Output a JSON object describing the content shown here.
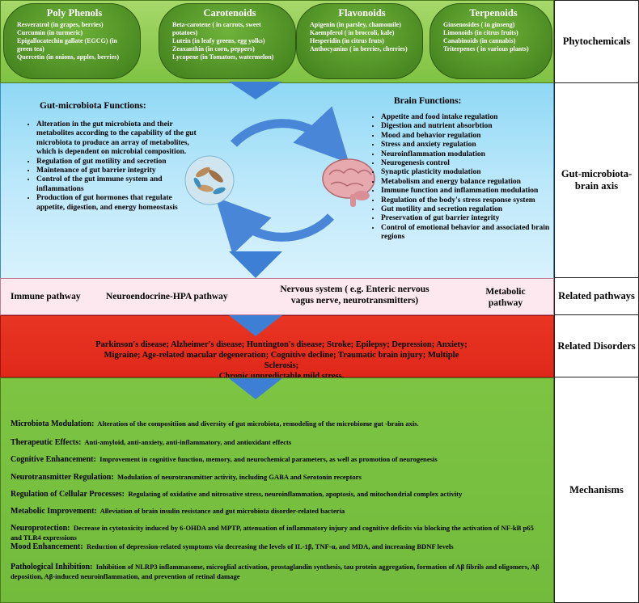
{
  "phytochemicals": [
    {
      "title": "Poly Phenols",
      "items": [
        "Resveratrol (in grapes, berries)",
        "Curcumin (in turmeric)",
        "Epigallocatechin gallate (EGCG) (in green tea)",
        "Quercetin (in onions, apples, berries)"
      ]
    },
    {
      "title": "Carotenoids",
      "items": [
        "Beta-carotene ( in carrots, sweet potatoes)",
        "Lutein (in leafy greens, egg yolks)",
        "Zeaxanthin (in corn, peppers)",
        "Lycopene (in Tomatoes, watermelon)"
      ]
    },
    {
      "title": "Flavonoids",
      "items": [
        "Apigenin (in parsley, chamomile)",
        "Kaempferol ( in broccoli, kale)",
        "Hesperidin (in citrus fruts)",
        "Anthocyanins ( in berries, cherries)"
      ]
    },
    {
      "title": "Terpenoids",
      "items": [
        "Ginsenosides ( in ginseng)",
        "Limonoids (in citrus fruits)",
        "Canabinoids (in cannabis)",
        "Triterpenes ( in various plants)"
      ]
    }
  ],
  "gut": {
    "heading": "Gut-microbiota Functions:",
    "items": [
      "Alteration in the gut microbiota and their metabolites according to the capability of the gut microbiota to produce an array of metabolites, which is dependent on microbial composition.",
      "Regulation of gut motility and secretion",
      "Maintenance of gut barrier integrity",
      "Control of the gut immune system and inflammations",
      "Production of gut hormones that regulate appetite, digestion, and energy homeostasis"
    ]
  },
  "brain": {
    "heading": "Brain Functions:",
    "items": [
      "Appetite and food intake regulation",
      "Digestion and nutrient absorbtion",
      "Mood and behavior regulation",
      "Stress and anxiety regulation",
      "Neuroinflammation modulation",
      "Neurogenesis control",
      "Synaptic plasticity modulation",
      "Metabolism and energy balance regulation",
      "Immune function and inflammation modulation",
      "Regulation of the body's stress response system",
      "Gut motility and secretion regulation",
      "Preservation of gut barrier integrity",
      "Control of emotional behavior and associated brain regions"
    ]
  },
  "pathways": {
    "immune": "Immune pathway",
    "hpa": "Neuroendocrine-HPA pathway",
    "nervous_1": "Nervous system ( e.g. Enteric nervous",
    "nervous_2": "vagus nerve, neurotransmitters)",
    "metabolic_1": "Metabolic",
    "metabolic_2": "pathway"
  },
  "disorders": {
    "line1": "Parkinson's disease; Alzheimer's disease; Huntington's disease; Stroke; Epilepsy; Depression; Anxiety;",
    "line2": "Migraine; Age-related macular degeneration; Cognitive decline; Traumatic brain injury; Multiple Sclerosis;",
    "line3": "Chronic unpredictable mild stress."
  },
  "mechanisms": [
    {
      "label": "Microbiota Modulation:",
      "text": "Alteration of the compositiion and diversity of gut microbiota, remodeling of the microbiome gut -brain axis."
    },
    {
      "label": "Therapeutic Effects:",
      "text": "Anti-amyloid, anti-anxiety, anti-inflammatory, and antioxidant effects"
    },
    {
      "label": "Cognitive Enhancement:",
      "text": "Improvement in cognitive function, memory, and neurochemical parameters, as well as promotion of neurogenesis"
    },
    {
      "label": "Neurotransmitter Regulation:",
      "text": "Modulation of neurotransmitter activity, including GABA and Serotonin receptors"
    },
    {
      "label": "Regulation of Cellular Processes:",
      "text": "Regulating of oxidative and nitrosative stress, neuroinflammation, apoptosis, and mitochondrial complex activity"
    },
    {
      "label": "Metabolic Improvement:",
      "text": "Alleviation of brain insulin resistance and gut microbiota disorder-related bacteria"
    },
    {
      "label": "Neuroprotection:",
      "text": "Decrease in cytotoxicity induced by 6-OHDA and MPTP, attenuation of inflammatory injury and cognitive deficits via blocking the activation of NF-kB p65 and TLR4 expressions"
    },
    {
      "label": "Mood Enhancement:",
      "text": "Reduction of depression-related symptoms via decreasing the levels of IL-1β, TNF-α, and MDA, and increasing BDNF levels"
    },
    {
      "label": "Pathological Inhibition:",
      "text": "Inhibition of NLRP3 inflammasome, microglial activation, prostaglandin synthesis, tau protein aggregation, formation of Aβ fibrils and oligomers, Aβ deposition, Aβ-induced neuroinflammation, and prevention of retinal damage"
    }
  ],
  "labels": {
    "phytochemicals": "Phytochemicals",
    "axis_1": "Gut-microbiota-",
    "axis_2": "brain axis",
    "related_pathways": "Related pathways",
    "related_disorders": "Related Disorders",
    "mechanisms": "Mechanisms"
  },
  "colors": {
    "phyto_band": "#8fcc55",
    "axis_band": "#bfe9fb",
    "pathway_band": "#fde8f0",
    "disorder_band": "#e0281a",
    "mechanism_band": "#76bf3f",
    "arrow_blue": "#3d7fd4"
  }
}
